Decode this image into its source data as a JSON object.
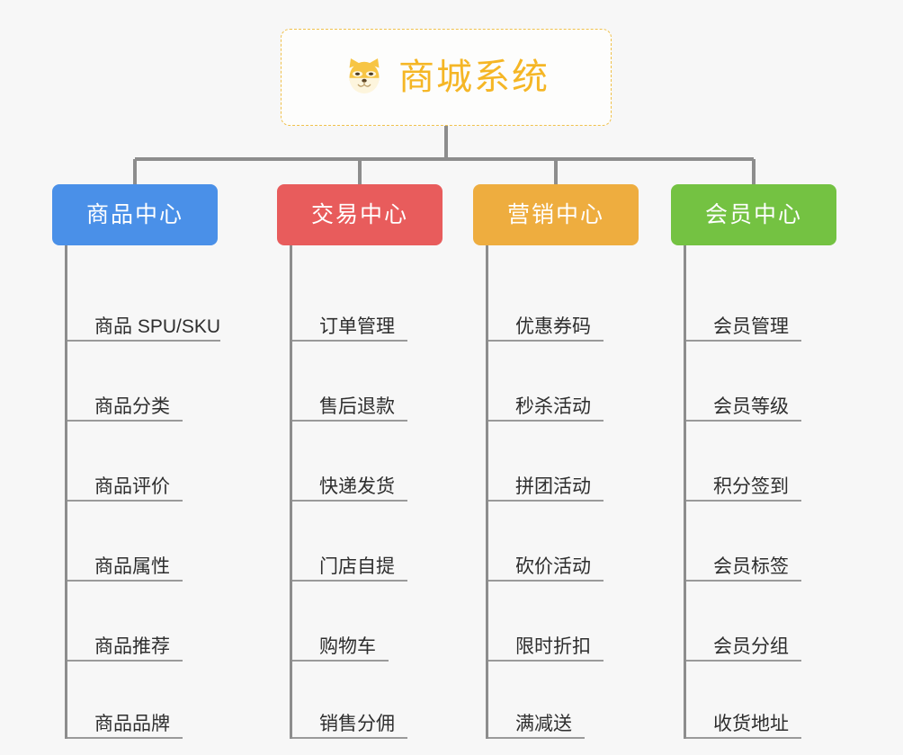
{
  "page": {
    "background_color": "#f7f7f7"
  },
  "root": {
    "icon": "shiba-dog-face-icon",
    "title": "商城系统",
    "title_color": "#f5b625",
    "border_color": "#f0c14b",
    "background_color": "#fdfdfc"
  },
  "connector": {
    "color": "#8d8d8d"
  },
  "columns": [
    {
      "id": "product-center",
      "label": "商品中心",
      "color": "#4a90e8",
      "items": [
        "商品 SPU/SKU",
        "商品分类",
        "商品评价",
        "商品属性",
        "商品推荐",
        "商品品牌"
      ]
    },
    {
      "id": "trade-center",
      "label": "交易中心",
      "color": "#e85c5c",
      "items": [
        "订单管理",
        "售后退款",
        "快递发货",
        "门店自提",
        "购物车",
        "销售分佣"
      ]
    },
    {
      "id": "marketing-center",
      "label": "营销中心",
      "color": "#eead3f",
      "items": [
        "优惠券码",
        "秒杀活动",
        "拼团活动",
        "砍价活动",
        "限时折扣",
        "满减送"
      ]
    },
    {
      "id": "member-center",
      "label": "会员中心",
      "color": "#74c242",
      "items": [
        "会员管理",
        "会员等级",
        "积分签到",
        "会员标签",
        "会员分组",
        "收货地址"
      ]
    }
  ]
}
